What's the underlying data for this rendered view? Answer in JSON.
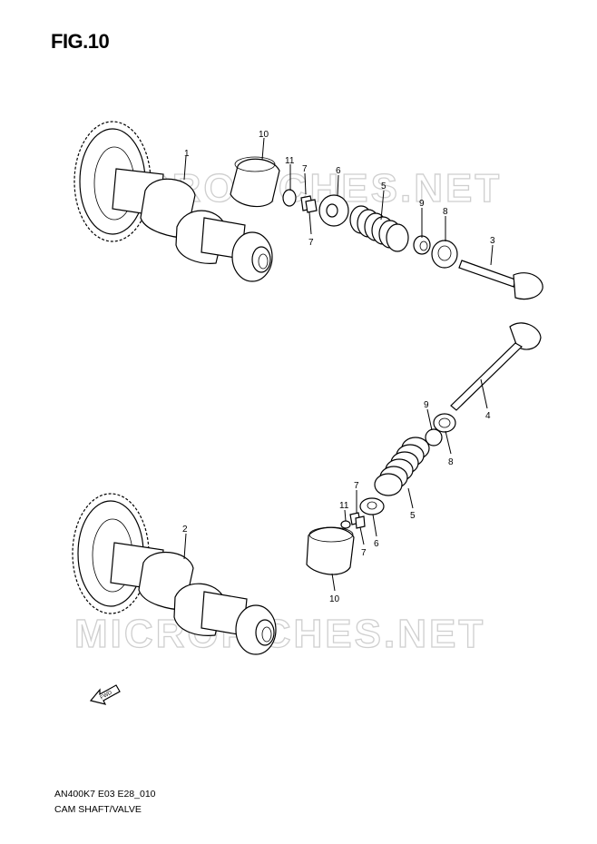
{
  "header": {
    "title": "FIG.10"
  },
  "footer": {
    "code": "AN400K7 E03 E28_010",
    "name": "CAM SHAFT/VALVE"
  },
  "watermarks": [
    "MICROFICHES.NET",
    "MICROFICHES.NET"
  ],
  "fwd_label": "FWD",
  "callouts": {
    "c1": "1",
    "c2": "2",
    "c3": "3",
    "c4": "4",
    "c5a": "5",
    "c5b": "5",
    "c6a": "6",
    "c6b": "6",
    "c7a": "7",
    "c7b": "7",
    "c7c": "7",
    "c7d": "7",
    "c8a": "8",
    "c8b": "8",
    "c9a": "9",
    "c9b": "9",
    "c10a": "10",
    "c10b": "10",
    "c11a": "11",
    "c11b": "11"
  }
}
